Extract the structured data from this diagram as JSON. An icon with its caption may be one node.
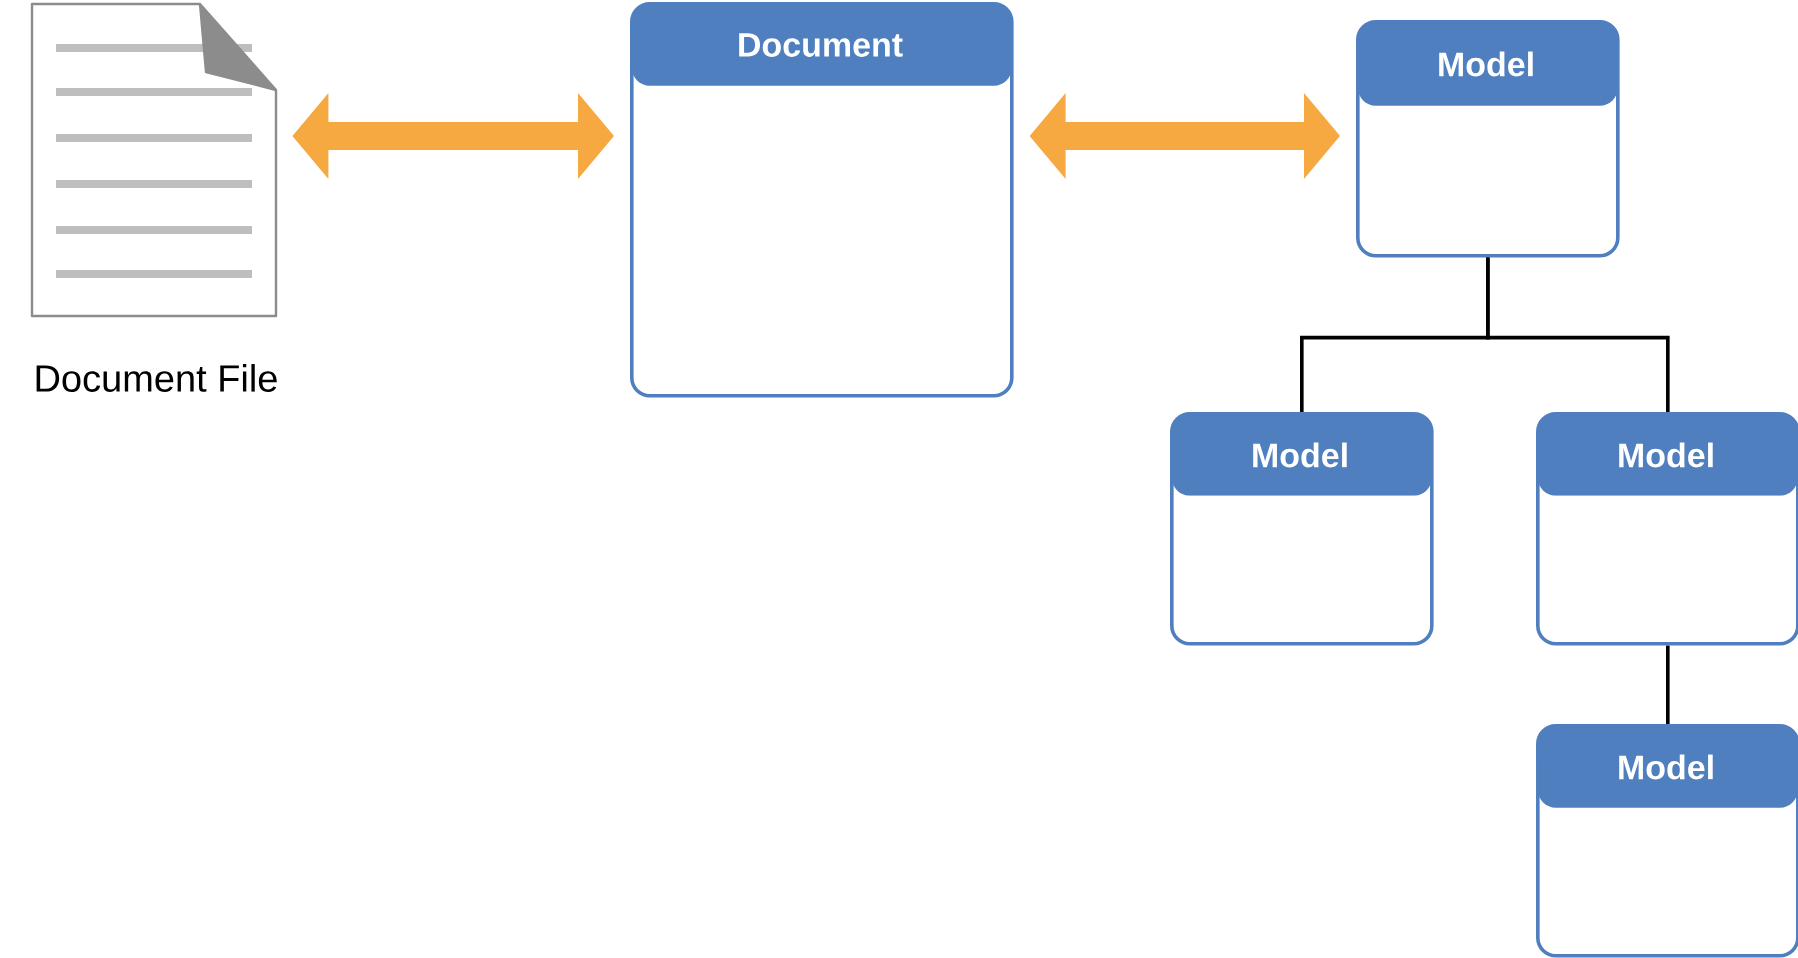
{
  "diagram": {
    "nodes": [
      {
        "text": [
          "Document File"
        ]
      },
      {
        "text": [
          "Document"
        ]
      },
      {
        "text": [
          "Model"
        ]
      },
      {
        "text": [
          "Model"
        ]
      },
      {
        "text": [
          "Model"
        ]
      },
      {
        "text": [
          "Model"
        ]
      }
    ],
    "edges": [
      {
        "from": 0,
        "to": 1,
        "arrow": "both",
        "style": "thick",
        "color": "#f7a941"
      },
      {
        "from": 1,
        "to": 2,
        "arrow": "both",
        "style": "thick",
        "color": "#f7a941"
      },
      {
        "from": 2,
        "to": 3,
        "arrow": "none"
      },
      {
        "from": 2,
        "to": 4,
        "arrow": "none"
      },
      {
        "from": 4,
        "to": 5,
        "arrow": "none"
      }
    ]
  }
}
